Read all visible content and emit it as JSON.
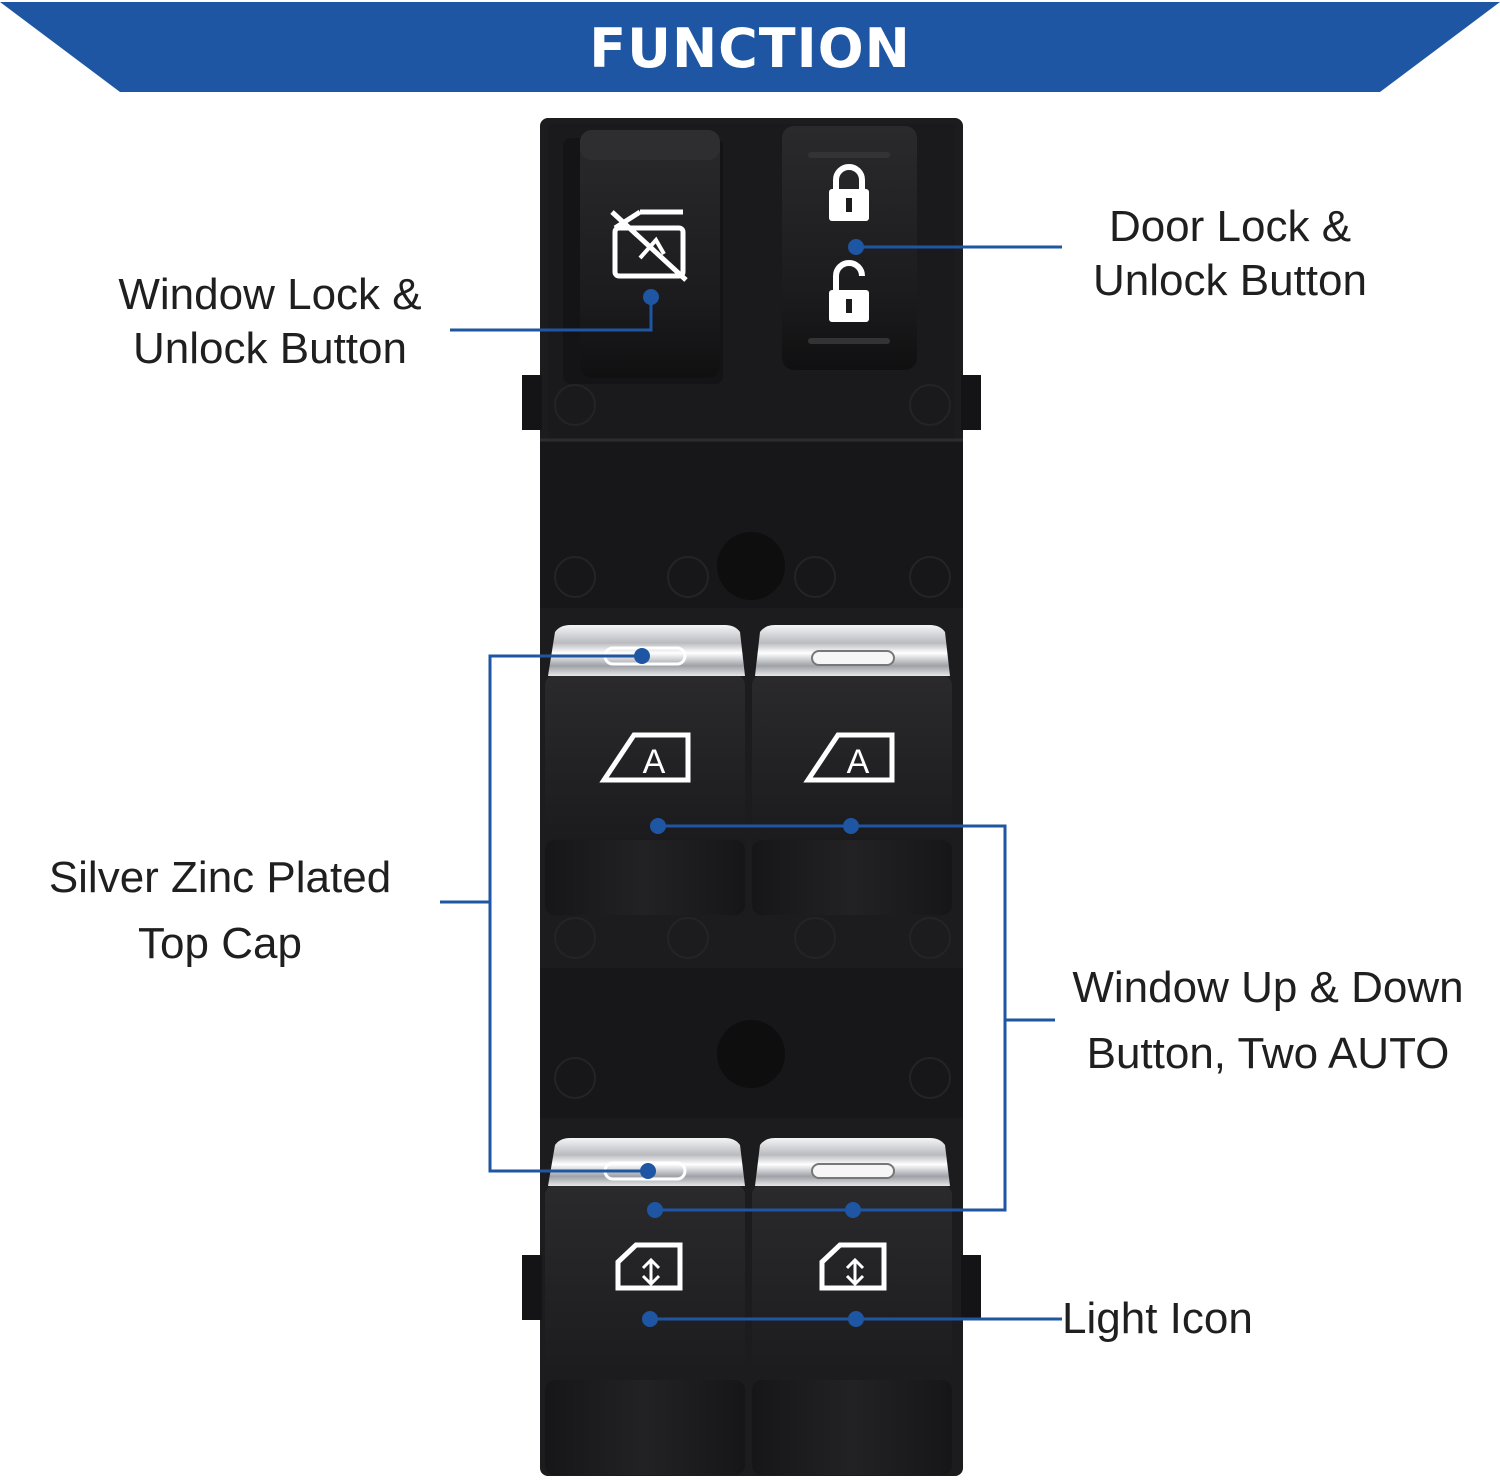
{
  "banner": {
    "title": "FUNCTION",
    "color": "#1e56a3"
  },
  "product": {
    "body_color": "#1d1d1f",
    "chrome_color": "#d9dadc",
    "icons": [
      "window-lock-icon",
      "padlock-locked-icon",
      "padlock-unlocked-icon",
      "auto-window-icon",
      "window-up-down-icon"
    ],
    "auto_letter": "A"
  },
  "callouts": {
    "window_lock": [
      "Window Lock &",
      "Unlock Button"
    ],
    "door_lock": [
      "Door Lock &",
      "Unlock Button"
    ],
    "top_cap": [
      "Silver Zinc Plated",
      "Top Cap"
    ],
    "window_up_down": [
      "Window Up & Down",
      "Button, Two AUTO"
    ],
    "light_icon": [
      "Light Icon"
    ],
    "line_color": "#1e56a3"
  }
}
